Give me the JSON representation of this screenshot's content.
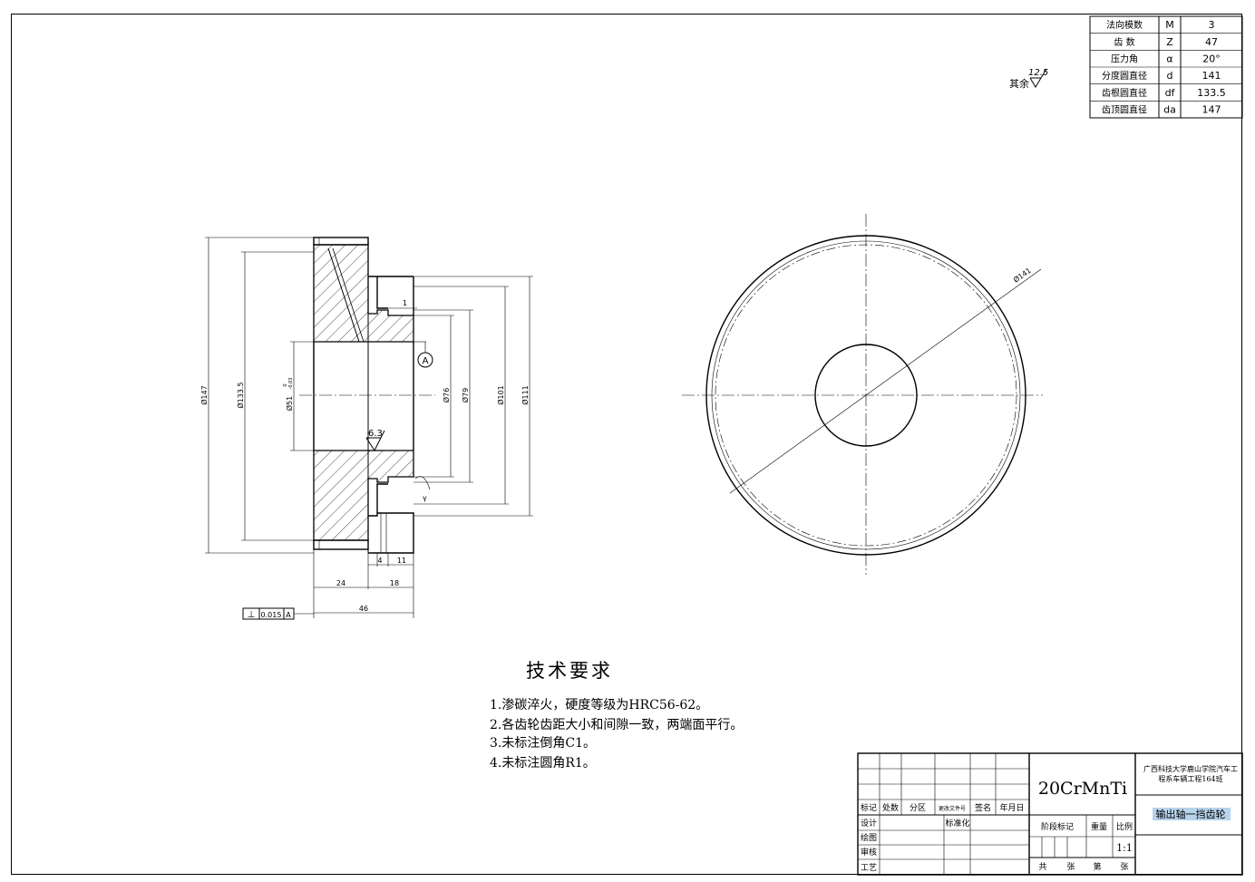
{
  "spec_table": {
    "rows": [
      {
        "name": "法向模数",
        "symbol": "M",
        "value": "3"
      },
      {
        "name": "齿 数",
        "symbol": "Z",
        "value": "47"
      },
      {
        "name": "压力角",
        "symbol": "α",
        "value": "20°"
      },
      {
        "name": "分度圆直径",
        "symbol": "d",
        "value": "141"
      },
      {
        "name": "齿根圆直径",
        "symbol": "df",
        "value": "133.5"
      },
      {
        "name": "齿顶圆直径",
        "symbol": "da",
        "value": "147"
      }
    ]
  },
  "roughness_note": {
    "prefix": "其余",
    "value": "12.5"
  },
  "side_view": {
    "diameters": [
      "Ø147",
      "Ø133.5",
      "Ø51",
      "Ø76",
      "Ø79",
      "Ø101",
      "Ø111"
    ],
    "tolerance_upper": "0",
    "tolerance_lower": "-0.03",
    "lengths": {
      "width_gear": "24",
      "width_hub": "18",
      "step_a": "4",
      "step_b": "11",
      "total": "46",
      "groove": "1"
    },
    "datum": "A",
    "bore_roughness": "6.3",
    "angle_mark": "γ",
    "tolerance_frame": {
      "symbol": "⊥",
      "value": "0.015",
      "datum": "A"
    }
  },
  "front_view": {
    "diameter_label": "Ø141"
  },
  "tech_requirements": {
    "title": "技术要求",
    "items": [
      "1.渗碳淬火，硬度等级为HRC56-62。",
      "2.各齿轮齿距大小和间隙一致，两端面平行。",
      "3.未标注倒角C1。",
      "4.未标注圆角R1。"
    ]
  },
  "title_block": {
    "material": "20CrMnTi",
    "school": [
      "广西科技大学鹿山学院汽车工",
      "程系车辆工程164班"
    ],
    "part_name": "输出轴一挡齿轮",
    "header_labels": [
      "标记",
      "处数",
      "分区",
      "更改文件号",
      "签名",
      "年月日"
    ],
    "role_labels": [
      "设计",
      "绘图",
      "审核",
      "工艺"
    ],
    "standardization": "标准化",
    "stage_label": "阶段标记",
    "weight_label": "重量",
    "scale_label": "比例",
    "scale": "1:1",
    "sheet_labels": [
      "共",
      "张",
      "第",
      "张"
    ]
  }
}
